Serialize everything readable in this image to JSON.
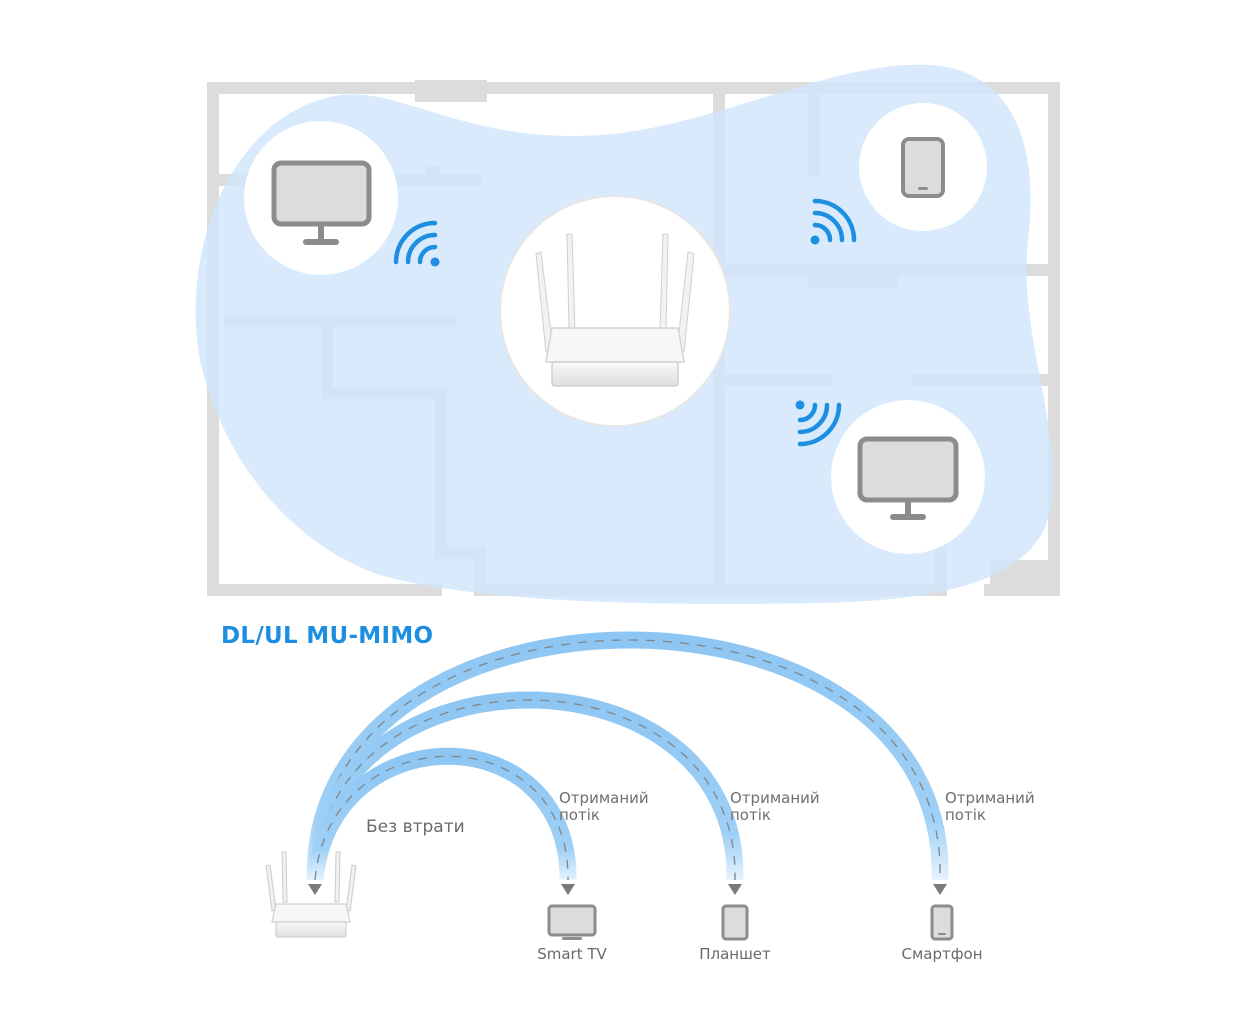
{
  "title": "DL/UL MU-MIMO",
  "no_loss_label": "Без втрати",
  "streams": [
    {
      "line1": "Отриманий",
      "line2": "потік",
      "device": "Smart TV"
    },
    {
      "line1": "Отриманий",
      "line2": "потік",
      "device": "Планшет"
    },
    {
      "line1": "Отриманий",
      "line2": "потік",
      "device": "Смартфон"
    }
  ],
  "colors": {
    "coverage": "#cfe5fb",
    "accent": "#1e8fe0",
    "wall": "#dcdcdc",
    "device_icon": "#8c8c8c",
    "arc": "#8ec6f3"
  },
  "icons": [
    "monitor-icon",
    "tablet-icon",
    "wifi-icon",
    "router-image",
    "smart-tv-icon",
    "smartphone-icon"
  ]
}
